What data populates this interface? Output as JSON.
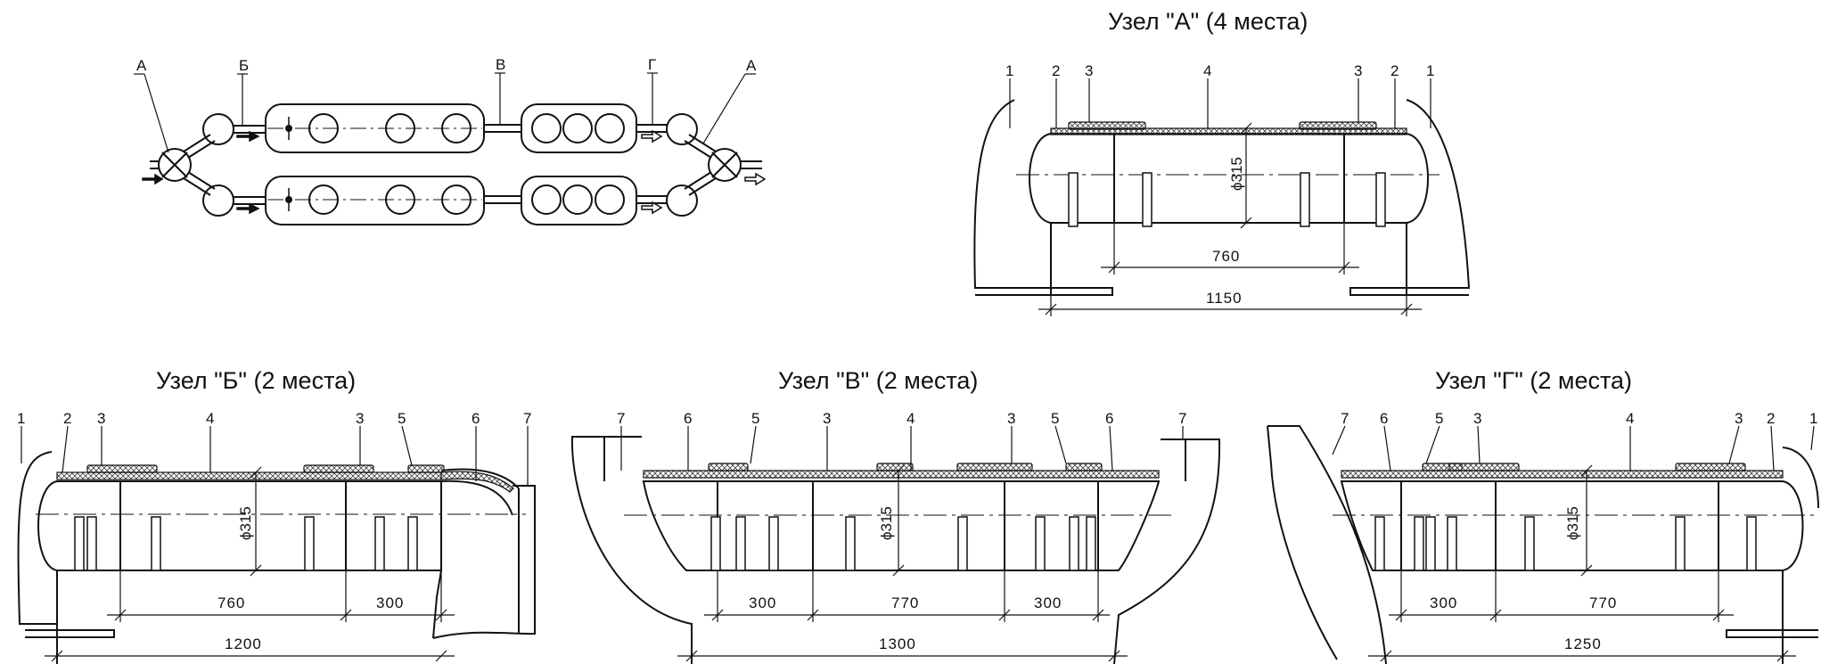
{
  "overview": {
    "labels": {
      "a_left": "А",
      "b": "Б",
      "v": "В",
      "g": "Г",
      "a_right": "А"
    }
  },
  "nodes": {
    "A": {
      "title": "Узел \"А\" (4 места)",
      "callouts": [
        "1",
        "2",
        "3",
        "4",
        "3",
        "2",
        "1"
      ],
      "diameter": "ϕ315",
      "dims": [
        "760",
        "1150"
      ]
    },
    "B": {
      "title": "Узел \"Б\" (2 места)",
      "callouts": [
        "1",
        "2",
        "3",
        "4",
        "3",
        "5",
        "6",
        "7"
      ],
      "diameter": "ϕ315",
      "dims": [
        "760",
        "300",
        "1200"
      ]
    },
    "V": {
      "title": "Узел \"В\" (2 места)",
      "callouts": [
        "7",
        "6",
        "5",
        "3",
        "4",
        "3",
        "5",
        "6",
        "7"
      ],
      "diameter": "ϕ315",
      "dims": [
        "300",
        "770",
        "300",
        "1300"
      ]
    },
    "G": {
      "title": "Узел \"Г\" (2 места)",
      "callouts": [
        "7",
        "6",
        "5",
        "3",
        "4",
        "3",
        "2",
        "1"
      ],
      "diameter": "ϕ315",
      "dims": [
        "300",
        "770",
        "1250"
      ]
    }
  },
  "colors": {
    "ink": "#111111",
    "hatch": "#555555",
    "background": "#ffffff"
  }
}
